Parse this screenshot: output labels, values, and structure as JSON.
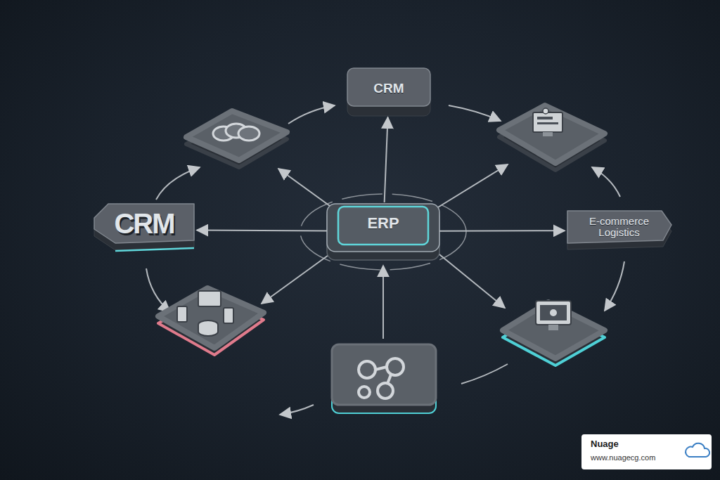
{
  "diagram": {
    "nodes": [
      {
        "text": [
          "CRM"
        ]
      },
      {
        "text": [
          "CRM"
        ]
      },
      {
        "text": [
          "ERP"
        ]
      },
      {
        "text": [
          "E-commerce Logistics"
        ]
      }
    ],
    "edges": [
      {
        "from": 2,
        "to": 0,
        "arrow": "to"
      },
      {
        "from": 2,
        "to": 1,
        "arrow": "to"
      },
      {
        "from": 2,
        "to": 3,
        "arrow": "to"
      }
    ],
    "labels": [
      "Nuage",
      "www.nuagecg.com"
    ]
  }
}
